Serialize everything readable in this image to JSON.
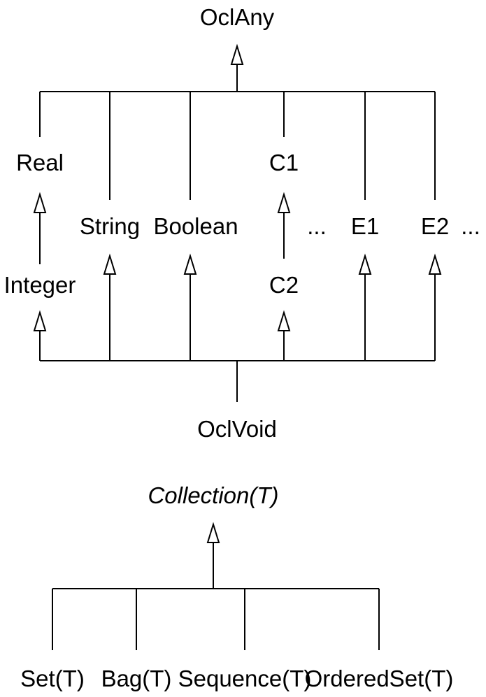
{
  "type_hierarchy": {
    "root": "OclAny",
    "bottom": "OclVoid",
    "types": {
      "real": "Real",
      "integer": "Integer",
      "string": "String",
      "boolean": "Boolean",
      "c1": "C1",
      "c2": "C2",
      "e1": "E1",
      "e2": "E2"
    },
    "ellipsis_1": "...",
    "ellipsis_2": "..."
  },
  "collection_hierarchy": {
    "root": "Collection(T)",
    "subtypes": [
      "Set(T)",
      "Bag(T)",
      "Sequence(T)",
      "OrderedSet(T)"
    ]
  }
}
